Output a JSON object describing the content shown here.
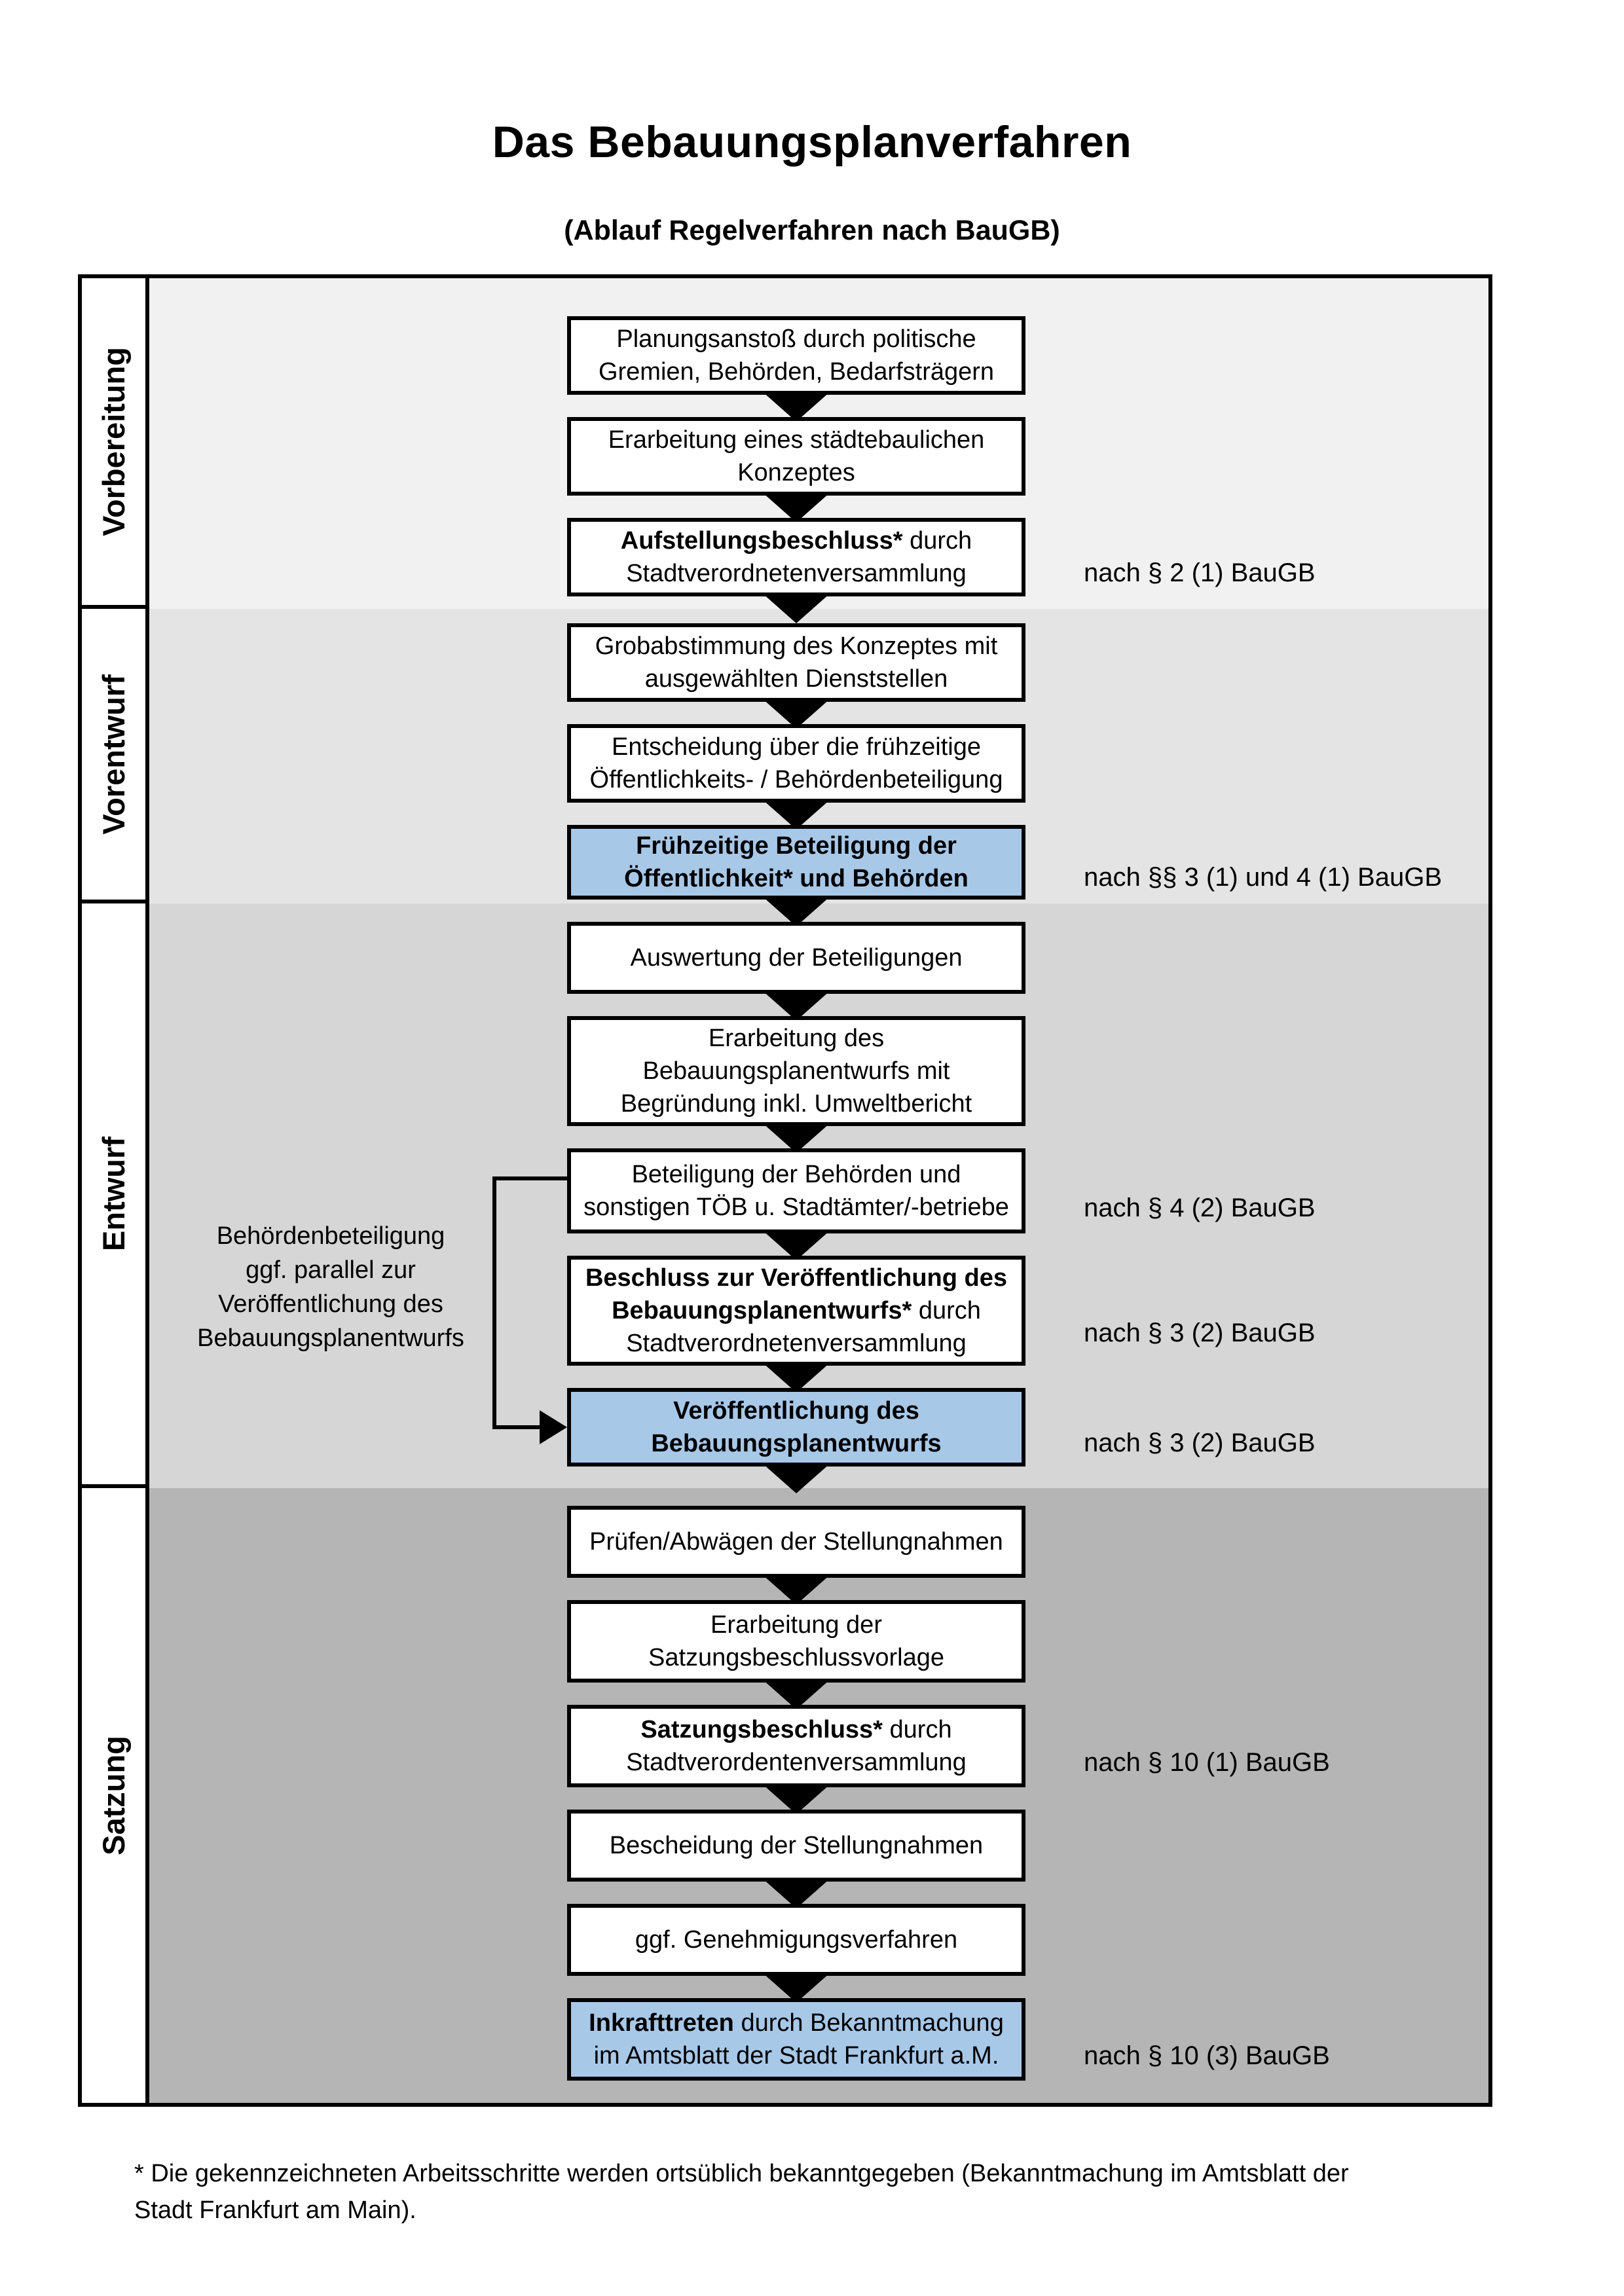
{
  "title": "Das Bebauungsplanverfahren",
  "subtitle": "(Ablauf Regelverfahren nach BauGB)",
  "colors": {
    "band_vorbereitung": "#f1f1f1",
    "band_vorentwurf": "#e4e4e4",
    "band_entwurf": "#d6d6d6",
    "band_satzung": "#b5b5b5",
    "highlight_blue": "#a8c8e8",
    "border": "#000000"
  },
  "phases": [
    {
      "label": "Vorbereitung",
      "boxes": [
        {
          "highlight": false,
          "ref": null,
          "lines": [
            [
              {
                "t": "Planungsanstoß durch politische",
                "b": false
              }
            ],
            [
              {
                "t": "Gremien, Behörden, Bedarfsträgern",
                "b": false
              }
            ]
          ]
        },
        {
          "highlight": false,
          "ref": null,
          "lines": [
            [
              {
                "t": "Erarbeitung eines städtebaulichen",
                "b": false
              }
            ],
            [
              {
                "t": "Konzeptes",
                "b": false
              }
            ]
          ]
        },
        {
          "highlight": false,
          "ref": "nach § 2 (1) BauGB",
          "lines": [
            [
              {
                "t": "Aufstellungsbeschluss*",
                "b": true
              },
              {
                "t": " durch",
                "b": false
              }
            ],
            [
              {
                "t": "Stadtverordnetenversammlung",
                "b": false
              }
            ]
          ]
        }
      ]
    },
    {
      "label": "Vorentwurf",
      "boxes": [
        {
          "highlight": false,
          "ref": null,
          "lines": [
            [
              {
                "t": "Grobabstimmung des Konzeptes mit",
                "b": false
              }
            ],
            [
              {
                "t": "ausgewählten Dienststellen",
                "b": false
              }
            ]
          ]
        },
        {
          "highlight": false,
          "ref": null,
          "lines": [
            [
              {
                "t": "Entscheidung über die frühzeitige",
                "b": false
              }
            ],
            [
              {
                "t": "Öffentlichkeits- / Behördenbeteiligung",
                "b": false
              }
            ]
          ]
        },
        {
          "highlight": true,
          "ref": "nach §§ 3 (1) und 4 (1) BauGB",
          "lines": [
            [
              {
                "t": "Frühzeitige Beteiligung der",
                "b": true
              }
            ],
            [
              {
                "t": "Öffentlichkeit* und Behörden",
                "b": true
              }
            ]
          ]
        }
      ]
    },
    {
      "label": "Entwurf",
      "boxes": [
        {
          "highlight": false,
          "ref": null,
          "lines": [
            [
              {
                "t": "Auswertung der Beteiligungen",
                "b": false
              }
            ]
          ]
        },
        {
          "highlight": false,
          "ref": null,
          "lines": [
            [
              {
                "t": "Erarbeitung des",
                "b": false
              }
            ],
            [
              {
                "t": "Bebauungsplanentwurfs mit",
                "b": false
              }
            ],
            [
              {
                "t": "Begründung inkl. Umweltbericht",
                "b": false
              }
            ]
          ]
        },
        {
          "highlight": false,
          "ref": "nach § 4 (2) BauGB",
          "lines": [
            [
              {
                "t": "Beteiligung der Behörden und",
                "b": false
              }
            ],
            [
              {
                "t": "sonstigen TÖB u. Stadtämter/-betriebe",
                "b": false
              }
            ]
          ]
        },
        {
          "highlight": false,
          "ref": "nach § 3 (2) BauGB",
          "lines": [
            [
              {
                "t": "Beschluss zur Veröffentlichung des",
                "b": true
              }
            ],
            [
              {
                "t": "Bebauungsplanentwurfs*",
                "b": true
              },
              {
                "t": " durch",
                "b": false
              }
            ],
            [
              {
                "t": "Stadtverordnetenversammlung",
                "b": false
              }
            ]
          ]
        },
        {
          "highlight": true,
          "ref": "nach § 3 (2) BauGB",
          "lines": [
            [
              {
                "t": "Veröffentlichung des",
                "b": true
              }
            ],
            [
              {
                "t": "Bebauungsplanentwurfs",
                "b": true
              }
            ]
          ]
        }
      ]
    },
    {
      "label": "Satzung",
      "boxes": [
        {
          "highlight": false,
          "ref": null,
          "lines": [
            [
              {
                "t": "Prüfen/Abwägen der Stellungnahmen",
                "b": false
              }
            ]
          ]
        },
        {
          "highlight": false,
          "ref": null,
          "lines": [
            [
              {
                "t": "Erarbeitung der",
                "b": false
              }
            ],
            [
              {
                "t": "Satzungsbeschlussvorlage",
                "b": false
              }
            ]
          ]
        },
        {
          "highlight": false,
          "ref": "nach § 10 (1) BauGB",
          "lines": [
            [
              {
                "t": "Satzungsbeschluss*",
                "b": true
              },
              {
                "t": " durch",
                "b": false
              }
            ],
            [
              {
                "t": "Stadtverordentenversammlung",
                "b": false
              }
            ]
          ]
        },
        {
          "highlight": false,
          "ref": null,
          "lines": [
            [
              {
                "t": "Bescheidung der Stellungnahmen",
                "b": false
              }
            ]
          ]
        },
        {
          "highlight": false,
          "ref": null,
          "lines": [
            [
              {
                "t": "ggf. Genehmigungsverfahren",
                "b": false
              }
            ]
          ]
        },
        {
          "highlight": true,
          "ref": "nach § 10 (3) BauGB",
          "lines": [
            [
              {
                "t": "Inkrafttreten",
                "b": true
              },
              {
                "t": " durch Bekanntmachung",
                "b": false
              }
            ],
            [
              {
                "t": "im Amtsblatt der Stadt Frankfurt a.M.",
                "b": false
              }
            ]
          ]
        }
      ]
    }
  ],
  "side_note": {
    "lines": [
      "Behördenbeteiligung",
      "ggf. parallel zur",
      "Veröffentlichung des",
      "Bebauungsplanentwurfs"
    ]
  },
  "footnote": "* Die gekennzeichneten Arbeitsschritte werden ortsüblich bekanntgegeben (Bekanntmachung im Amtsblatt  der Stadt Frankfurt am Main)."
}
